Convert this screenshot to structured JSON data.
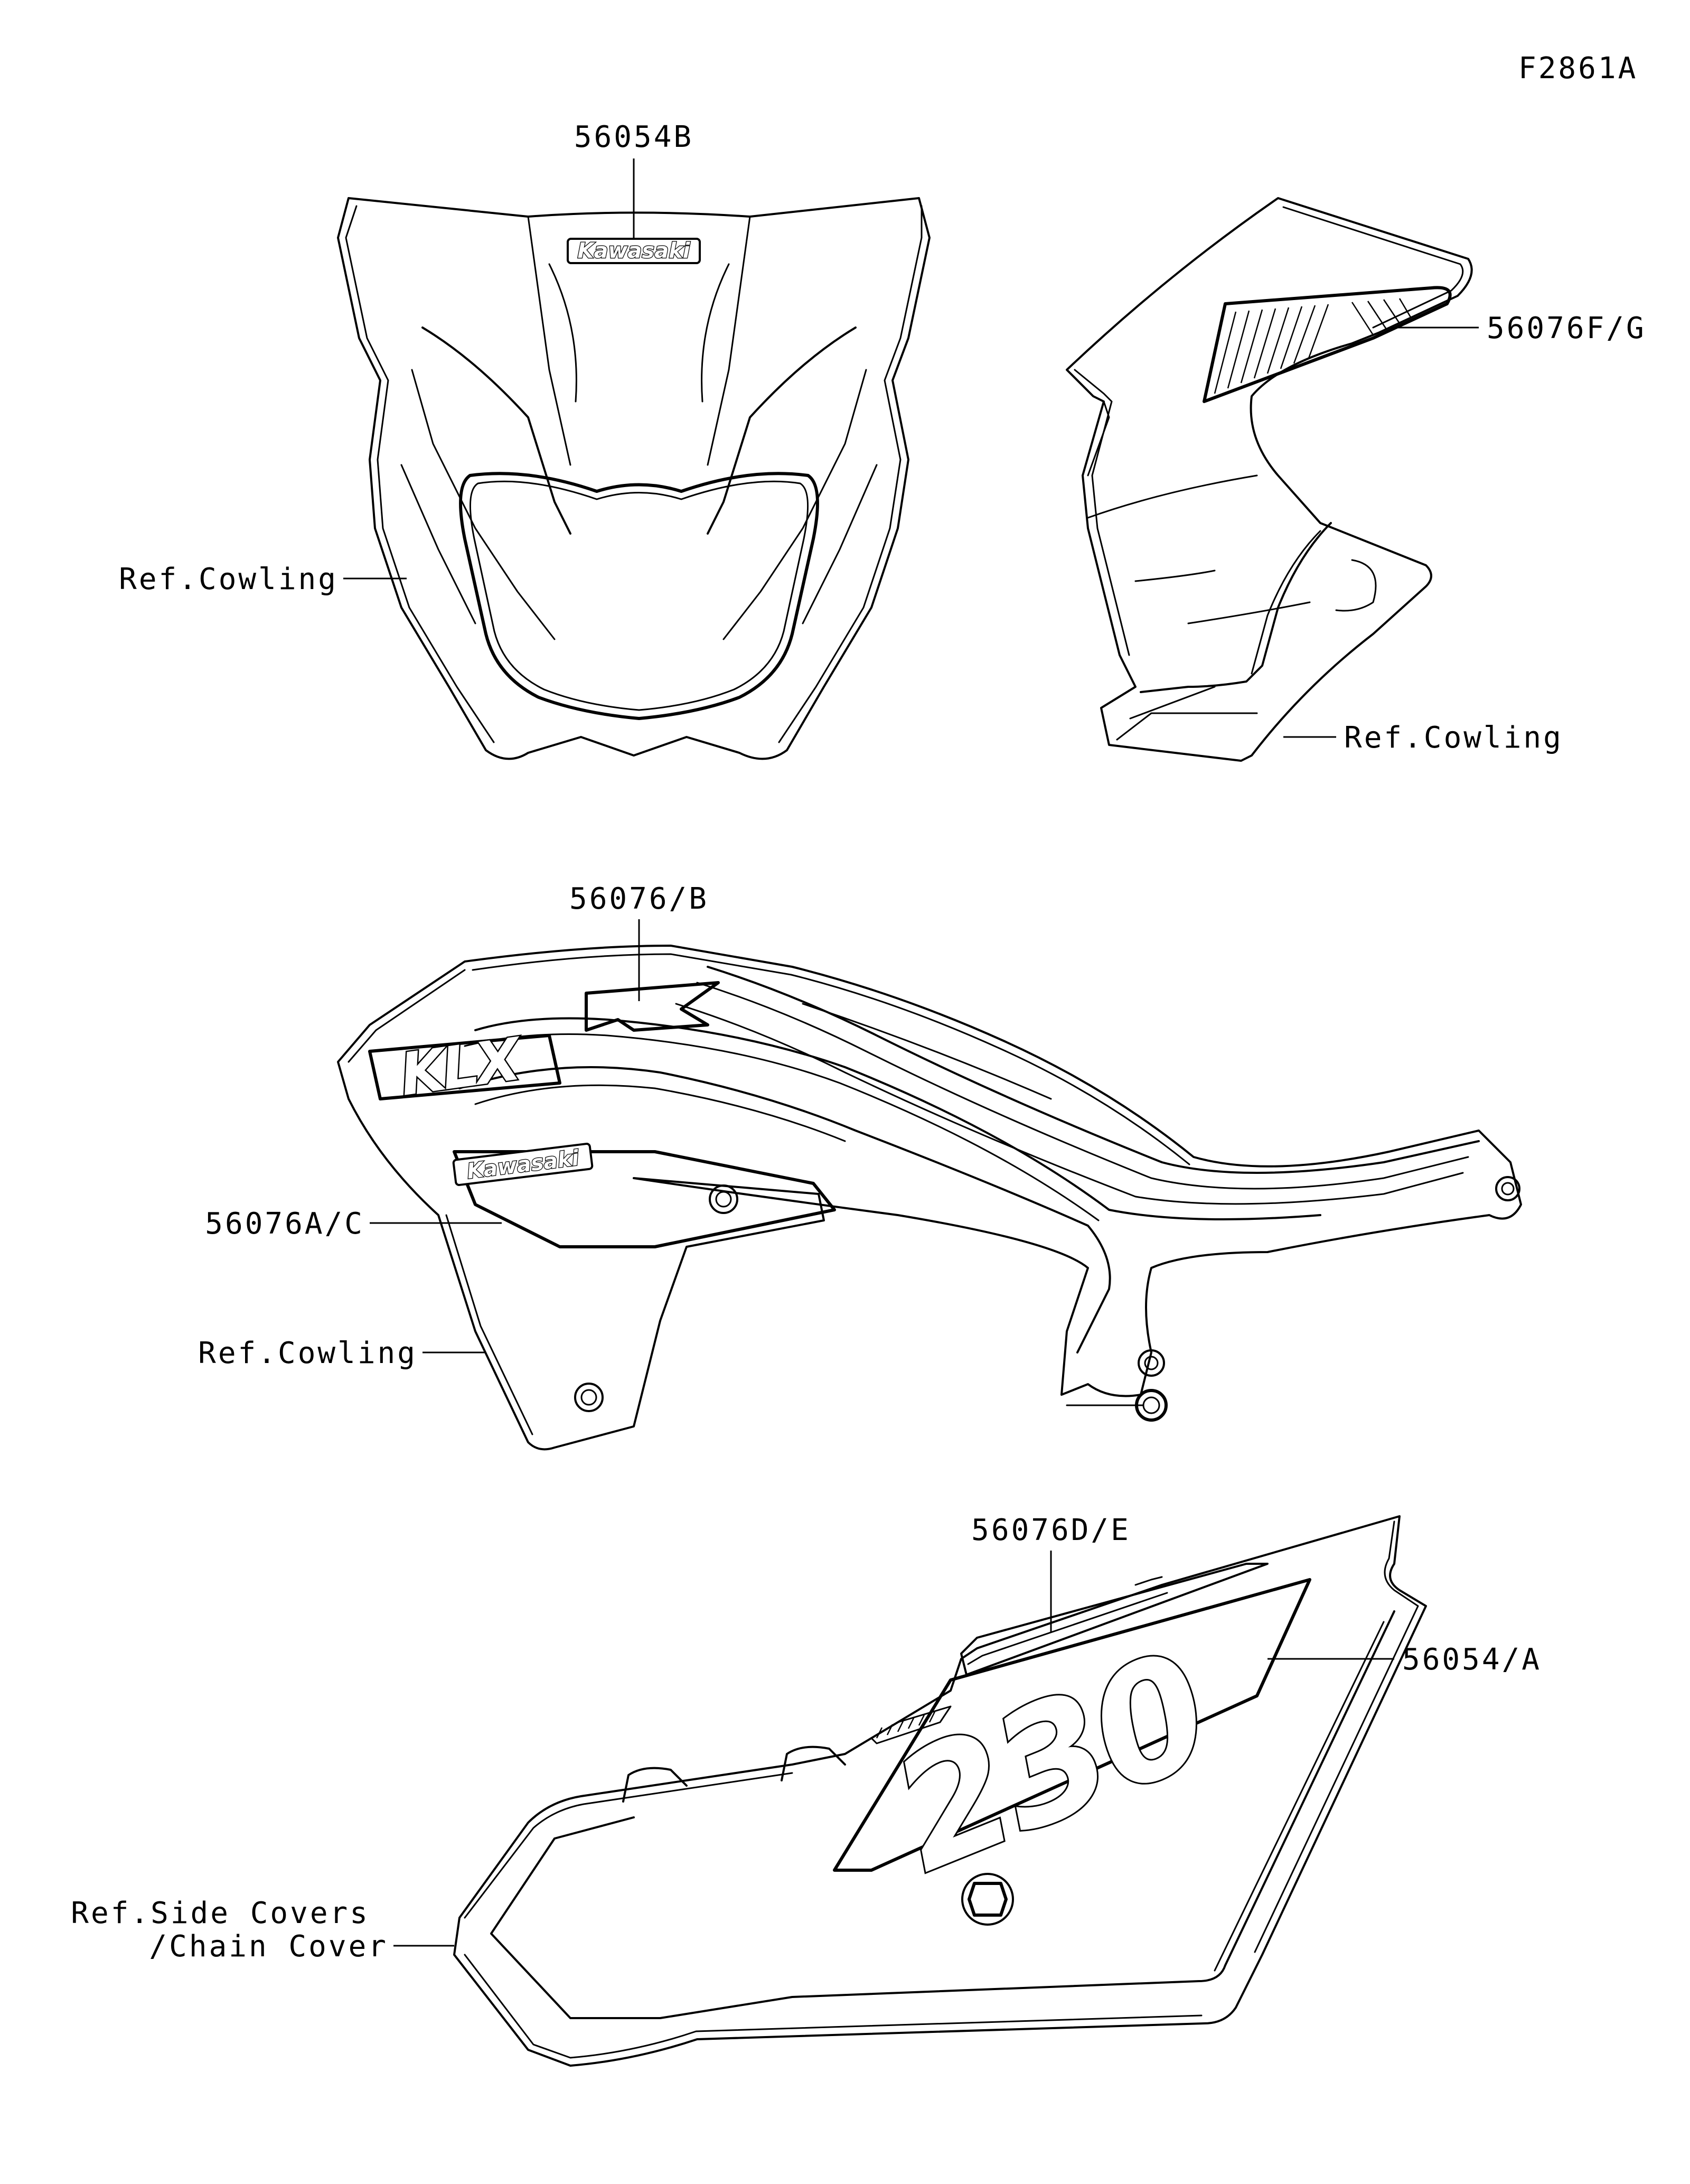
{
  "figure_code": "F2861A",
  "callouts": {
    "headlight_decal": "56054B",
    "shroud_decal": "56076F/G",
    "shroud_ref": "Ref.Cowling",
    "cowling_ref_left": "Ref.Cowling",
    "tank_decal_top": "56076/B",
    "tank_decal_side": "56076A/C",
    "tank_ref": "Ref.Cowling",
    "side_decal_stripe": "56076D/E",
    "side_decal_number": "56054/A",
    "side_ref_line1": "Ref.Side Covers",
    "side_ref_line2": "/Chain Cover"
  },
  "decal_lettering": {
    "brand": "Kawasaki",
    "model": "KLX",
    "number": "230"
  }
}
